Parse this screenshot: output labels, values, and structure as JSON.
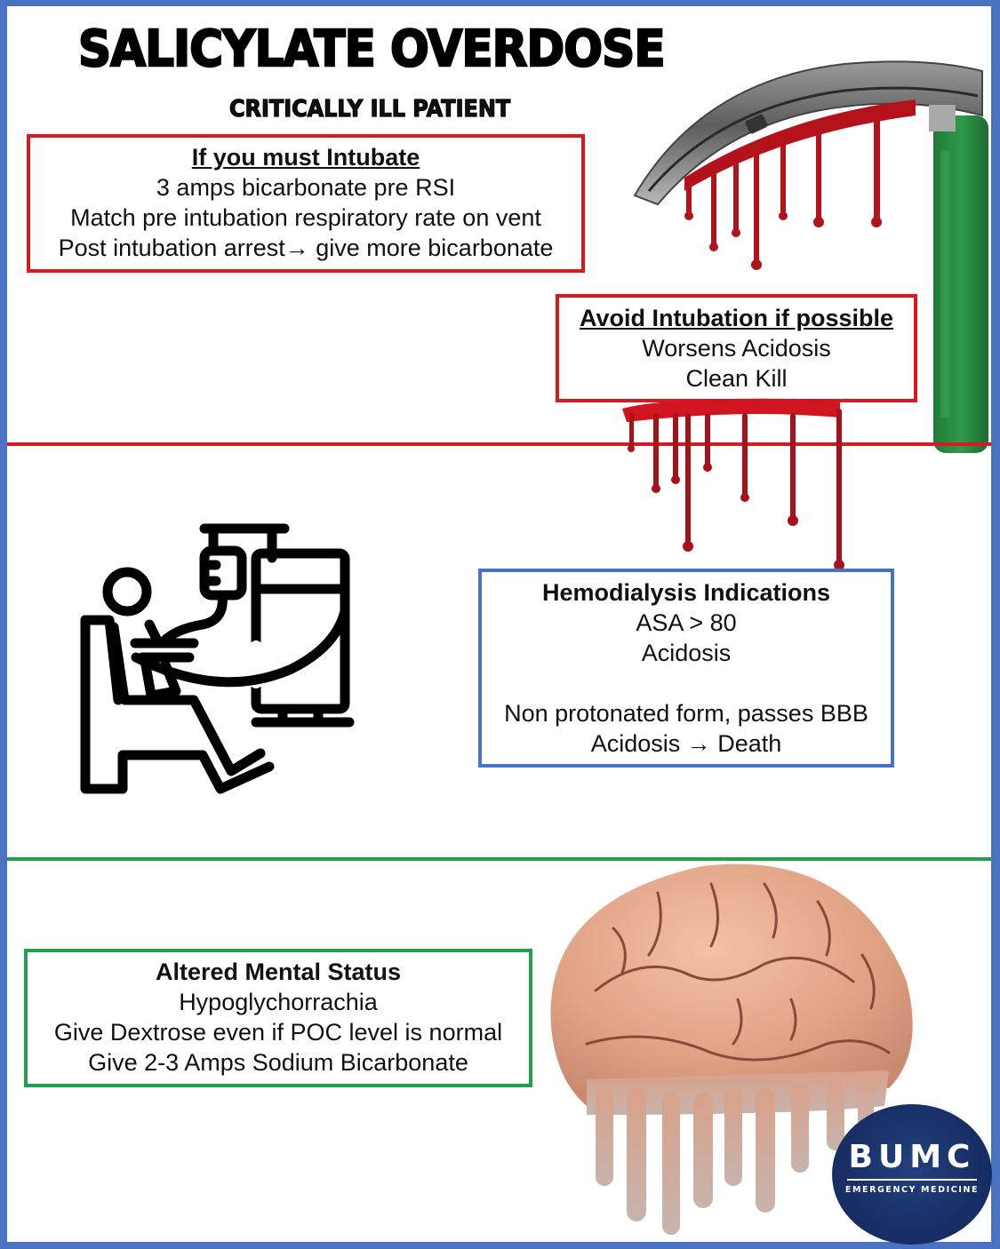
{
  "header": {
    "title": "SALICYLATE OVERDOSE",
    "subtitle": "CRITICALLY ILL PATIENT"
  },
  "colors": {
    "frame": "#4a72c2",
    "red": "#d8191f",
    "blue": "#4a72c2",
    "green": "#22a04b",
    "logo_bg": "#182f66"
  },
  "sections": {
    "intubate": {
      "heading": "If you must Intubate",
      "lines": [
        "3 amps bicarbonate pre RSI",
        "Match pre intubation respiratory rate on vent",
        "Post intubation arrest→ give more bicarbonate"
      ]
    },
    "avoid": {
      "heading": "Avoid Intubation if possible",
      "lines": [
        "Worsens Acidosis",
        "Clean Kill"
      ]
    },
    "hemodialysis": {
      "heading": "Hemodialysis Indications",
      "lines": [
        "ASA > 80",
        "Acidosis",
        "",
        "Non protonated form, passes BBB",
        "Acidosis → Death"
      ]
    },
    "ams": {
      "heading": "Altered Mental Status",
      "lines": [
        "Hypoglychorrachia",
        "Give Dextrose even if POC level is normal",
        "Give 2-3 Amps Sodium Bicarbonate"
      ]
    }
  },
  "images": {
    "laryngoscope": "laryngoscope-with-blood-illustration",
    "blood_drips": "blood-drip-illustration",
    "dialysis": "patient-hemodialysis-icon",
    "brain": "melting-brain-illustration"
  },
  "logo": {
    "brand": "BUMC",
    "tagline": "EMERGENCY MEDICINE"
  }
}
